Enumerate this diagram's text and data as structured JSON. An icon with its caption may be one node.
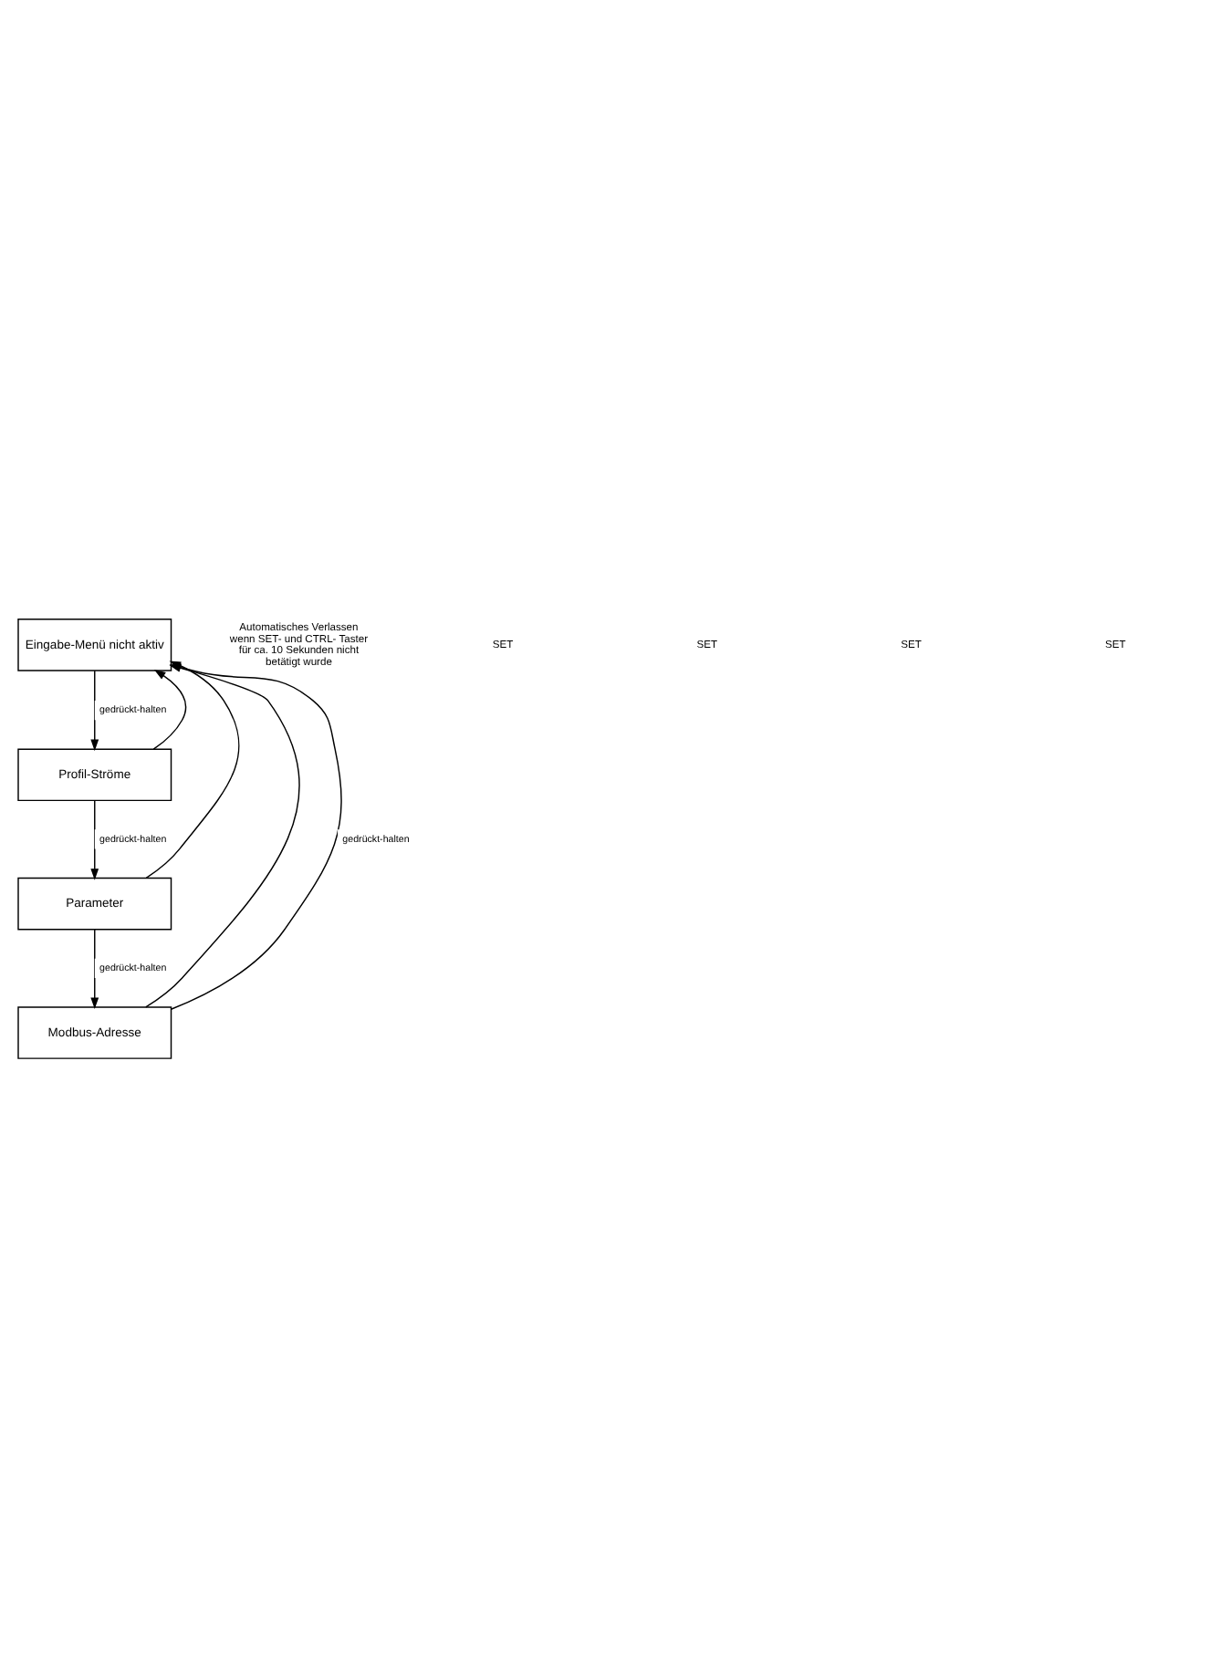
{
  "diagram": {
    "nodes": [
      {
        "text": [
          "Eingabe-Menü nicht aktiv"
        ]
      },
      {
        "text": [
          "Profil-Ströme"
        ]
      },
      {
        "text": [
          "Parameter"
        ]
      },
      {
        "text": [
          "Modbus-Adresse"
        ]
      }
    ],
    "edges": [
      {
        "from": 0,
        "to": 1,
        "arrow": "to",
        "label": "gedrückt-halten"
      },
      {
        "from": 1,
        "to": 2,
        "arrow": "to",
        "label": "gedrückt-halten"
      },
      {
        "from": 2,
        "to": 3,
        "arrow": "to",
        "label": "gedrückt-halten"
      },
      {
        "from": 1,
        "to": 0,
        "arrow": "to"
      },
      {
        "from": 2,
        "to": 0,
        "arrow": "to"
      },
      {
        "from": 3,
        "to": 0,
        "arrow": "to"
      },
      {
        "from": 3,
        "to": 0,
        "arrow": "to",
        "label": "gedrückt-halten"
      }
    ],
    "labels": [
      "Automatisches Verlassen wenn SET- und CTRL- Taster für ca. 10 Sekunden nicht betätigt wurde",
      "SET",
      "SET",
      "SET",
      "SET"
    ]
  }
}
